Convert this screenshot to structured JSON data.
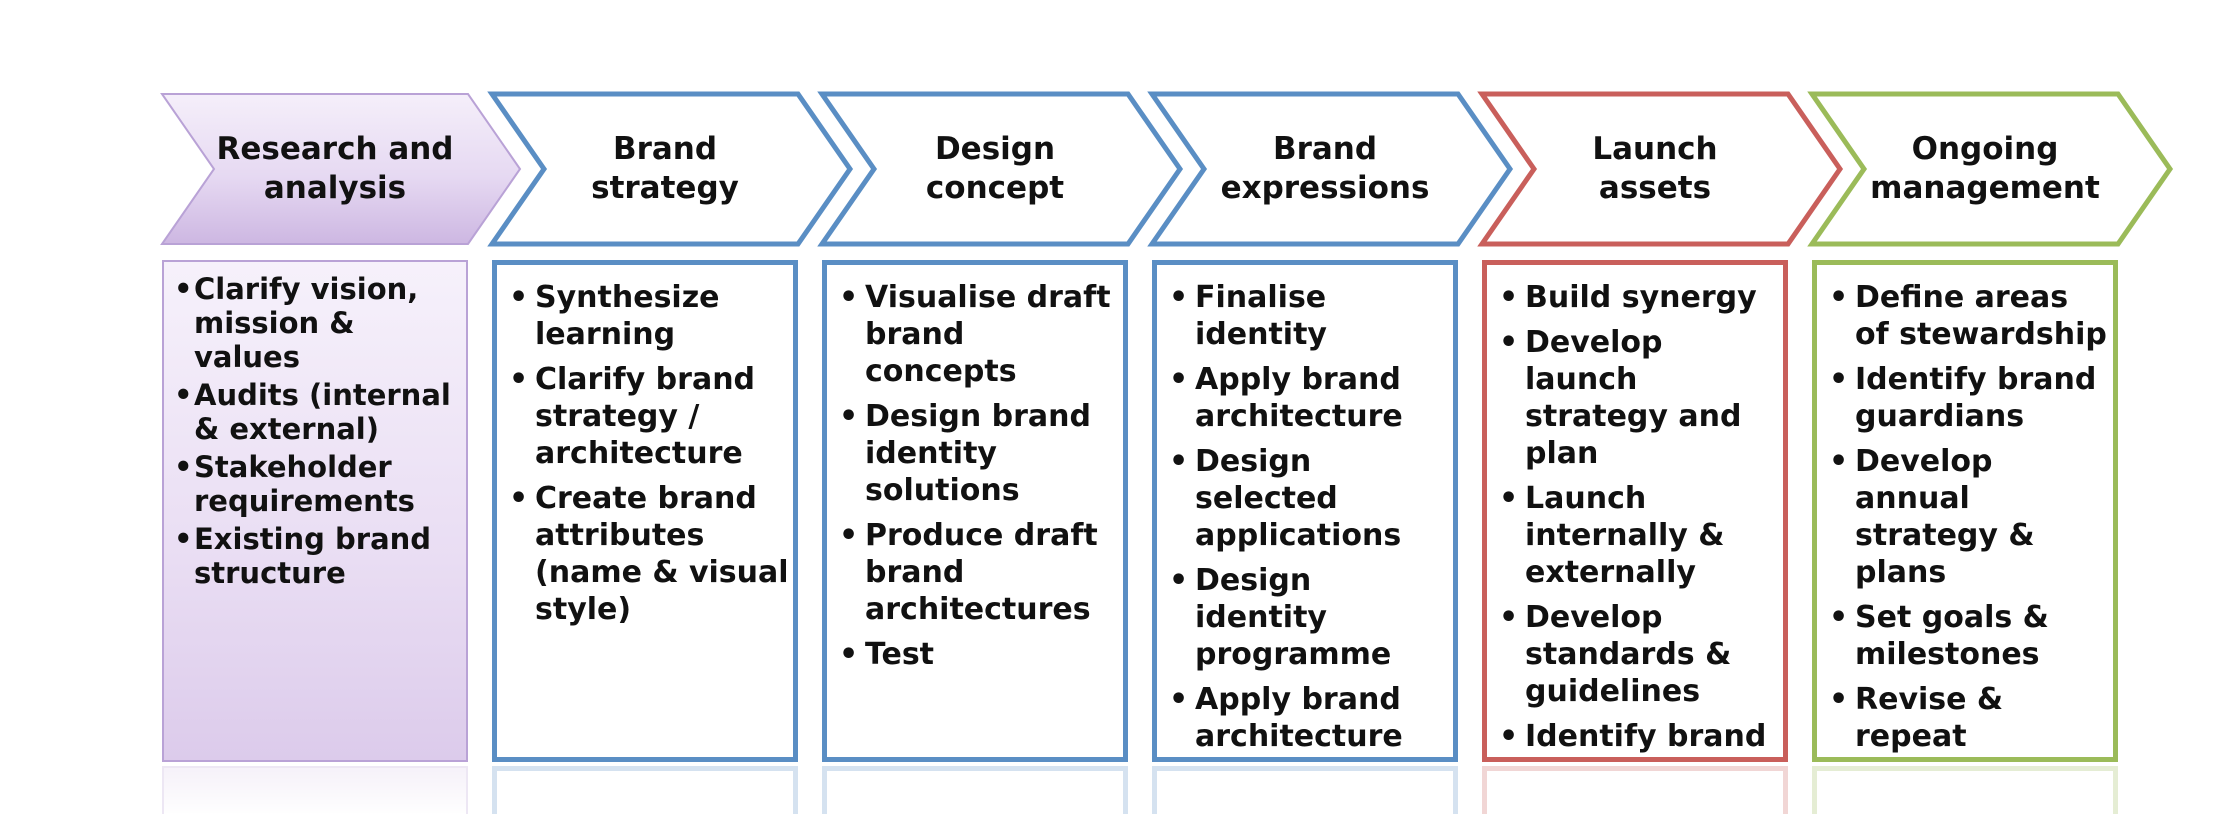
{
  "stages": [
    {
      "title": "Research and\nanalysis",
      "color": "#b9a2d6",
      "fill": "#dccbeb",
      "items": [
        "Clarify vision, mission & values",
        "Audits (internal & external)",
        "Stakeholder requirements",
        "Existing brand structure"
      ]
    },
    {
      "title": "Brand\nstrategy",
      "color": "#5a8ec4",
      "items": [
        "Synthesize learning",
        "Clarify brand strategy / architecture",
        "Create brand attributes (name & visual style)"
      ]
    },
    {
      "title": "Design\nconcept",
      "color": "#5a8ec4",
      "items": [
        "Visualise draft brand concepts",
        "Design brand identity solutions",
        "Produce draft brand architectures",
        "Test"
      ]
    },
    {
      "title": "Brand\nexpressions",
      "color": "#5a8ec4",
      "items": [
        "Finalise identity",
        "Apply brand architecture",
        "Design selected applications",
        "Design identity programme",
        "Apply brand architecture"
      ]
    },
    {
      "title": "Launch\nassets",
      "color": "#c95f5b",
      "items": [
        "Build synergy",
        "Develop launch strategy and plan",
        "Launch internally & externally",
        "Develop standards & guidelines",
        "Identify brand champions"
      ]
    },
    {
      "title": "Ongoing\nmanagement",
      "color": "#9bbb59",
      "items": [
        "Define areas of stewardship",
        "Identify brand guardians",
        "Develop annual strategy & plans",
        "Set goals & milestones",
        "Revise & repeat"
      ]
    }
  ]
}
